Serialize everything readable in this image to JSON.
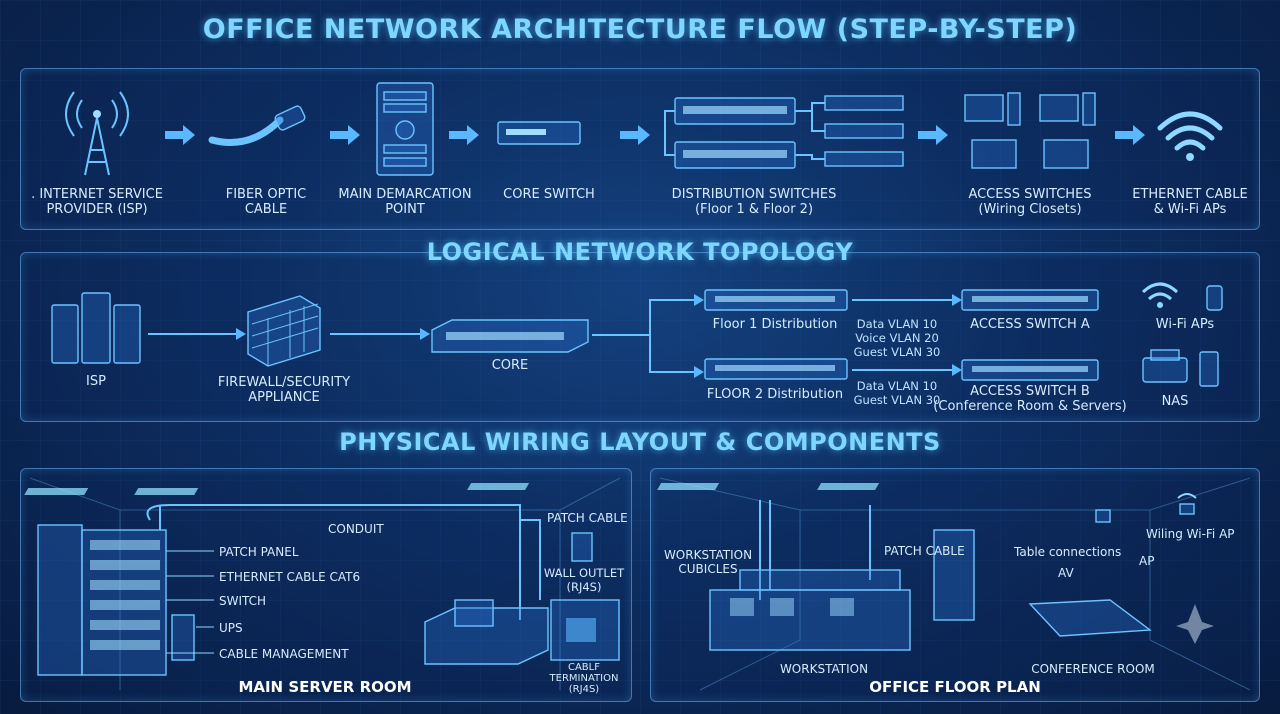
{
  "main_title": "OFFICE NETWORK ARCHITECTURE FLOW (STEP-BY-STEP)",
  "flow": {
    "steps": [
      {
        "label1": ". INTERNET SERVICE",
        "label2": "PROVIDER (ISP)",
        "icon": "cell-tower-icon"
      },
      {
        "label1": "FIBER OPTIC",
        "label2": "CABLE",
        "icon": "fiber-cable-icon"
      },
      {
        "label1": "MAIN DEMARCATION",
        "label2": "POINT",
        "icon": "server-cabinet-icon"
      },
      {
        "label1": "CORE SWITCH",
        "label2": "",
        "icon": "switch-icon"
      },
      {
        "label1": "DISTRIBUTION SWITCHES",
        "label2": "(Floor 1 & Floor 2)",
        "icon": "switch-stack-icon"
      },
      {
        "label1": "ACCESS SWITCHES",
        "label2": "(Wiring Closets)",
        "icon": "computers-icon"
      },
      {
        "label1": "ETHERNET CABLE",
        "label2": "& Wi-Fi APs",
        "icon": "wifi-icon"
      }
    ]
  },
  "logical": {
    "title": "LOGICAL NETWORK TOPOLOGY",
    "isp": "ISP",
    "firewall1": "FIREWALL/SECURITY",
    "firewall2": "APPLIANCE",
    "core": "CORE",
    "floor1": "Floor 1 Distribution",
    "floor2": "FLOOR 2 Distribution",
    "vlan_a1": "Data VLAN 10",
    "vlan_a2": "Voice VLAN 20",
    "vlan_a3": "Guest VLAN 30",
    "vlan_b1": "Data VLAN 10",
    "vlan_b2": "Guest VLAN 30",
    "access_a": "ACCESS SWITCH A",
    "access_b1": "ACCESS SWITCH B",
    "access_b2": "(Conference Room & Servers)",
    "wifi": "Wi-Fi APs",
    "nas": "NAS"
  },
  "physical": {
    "title": "PHYSICAL WIRING LAYOUT & COMPONENTS",
    "server_room": {
      "caption": "MAIN SERVER ROOM",
      "conduit": "CONDUIT",
      "patch_panel": "PATCH PANEL",
      "ethernet": "ETHERNET CABLE CAT6",
      "switch": "SWITCH",
      "ups": "UPS",
      "cable_mgmt": "CABLE MANAGEMENT",
      "patch_cable": "PATCH CABLE",
      "wall_outlet1": "WALL OUTLET",
      "wall_outlet2": "(RJ4S)",
      "termination1": "CABLF",
      "termination2": "TERMINATION",
      "termination3": "(RJ4S)"
    },
    "floor_plan": {
      "caption": "OFFICE FLOOR PLAN",
      "cubicles1": "WORKSTATION",
      "cubicles2": "CUBICLES",
      "patch_cable": "PATCH CABLE",
      "table_conn": "Table connections",
      "av": "AV",
      "ap": "AP",
      "wifi_ap": "Wiling Wi-Fi AP",
      "workstation": "WORKSTATION",
      "conference": "CONFERENCE ROOM"
    }
  },
  "colors": {
    "accent": "#7fd6ff",
    "line": "#6cc4ff",
    "background": "#0a2350"
  }
}
